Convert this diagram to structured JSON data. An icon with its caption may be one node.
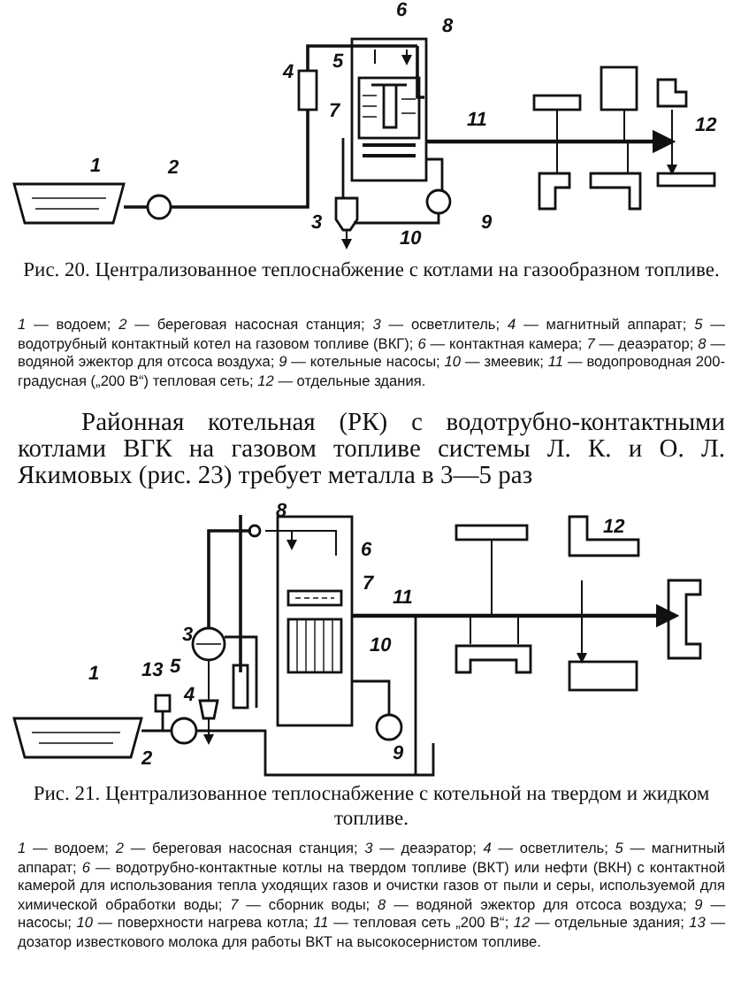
{
  "diagram": {
    "labels": [
      "6",
      "8",
      "4",
      "5",
      "7",
      "11",
      "12",
      "1",
      "2",
      "3",
      "10",
      "9",
      "Рис. 20. Централизованное теплоснабжение с котлами на газообразном топливе.",
      "*1* — водоем; *2* — береговая насосная станция; *3* — осветлитель; *4* — магнитный аппарат; *5* — водотрубный контактный котел на газовом топливе (ВКГ); *6* — контактная камера; *7* — деаэратор; *8* — водяной эжектор для отсоса воздуха; *9* — котельные насосы; *10* — змеевик; *11* — водопроводная 200-градусная („200 В“) тепловая сеть; *12* — отдельные здания.",
      "Районная котельная (РК) с водотрубно-контактными котлами ВГК на газовом топливе системы Л. К. и О. Л. Якимовых (рис. 23) требует металла в 3—5 раз",
      "8",
      "6",
      "12",
      "7",
      "11",
      "3",
      "10",
      "13",
      "5",
      "1",
      "4",
      "2",
      "9",
      "Рис. 21. Централизованное теплоснабжение с котельной на твердом и жидком топливе.",
      "*1* — водоем; *2* — береговая насосная станция; *3* — деаэратор; *4* — осветлитель; *5* — магнитный аппарат; *6* — водотрубно-контактные котлы на твердом топливе (ВКТ) или нефти (ВКН) с контактной камерой для использования тепла уходящих газов и очистки газов от пыли и серы, используемой для химической обработки воды; *7* — сборник воды; *8* — водяной эжектор для отсоса воздуха; *9* — насосы; *10* — поверхности нагрева котла; *11* — тепловая сеть „200 В“; *12* — отдельные здания; *13* — дозатор известкового молока для работы ВКТ на высокосернистом топливе."
    ]
  }
}
